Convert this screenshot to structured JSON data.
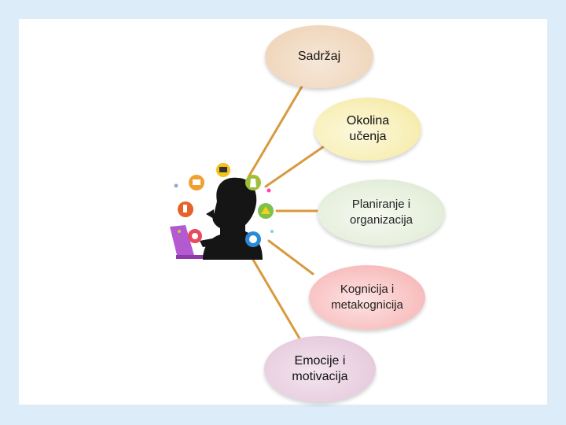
{
  "diagram": {
    "nodes": [
      {
        "id": "sadrzaj",
        "label": "Sadržaj"
      },
      {
        "id": "okolina",
        "label": "Okolina\nučenja"
      },
      {
        "id": "planiranje",
        "label": "Planiranje i\norganizacija"
      },
      {
        "id": "kognicija",
        "label": "Kognicija i\nmetakognicija"
      },
      {
        "id": "emocije",
        "label": "Emocije i\nmotivacija"
      }
    ],
    "connector_color": "#d89a3c",
    "figure_icons": [
      "rocket-icon",
      "laptop-icon",
      "person-icon",
      "flask-icon",
      "atom-icon",
      "ruler-icon",
      "globe-icon",
      "microscope-icon",
      "book-icon",
      "clock-icon"
    ]
  }
}
